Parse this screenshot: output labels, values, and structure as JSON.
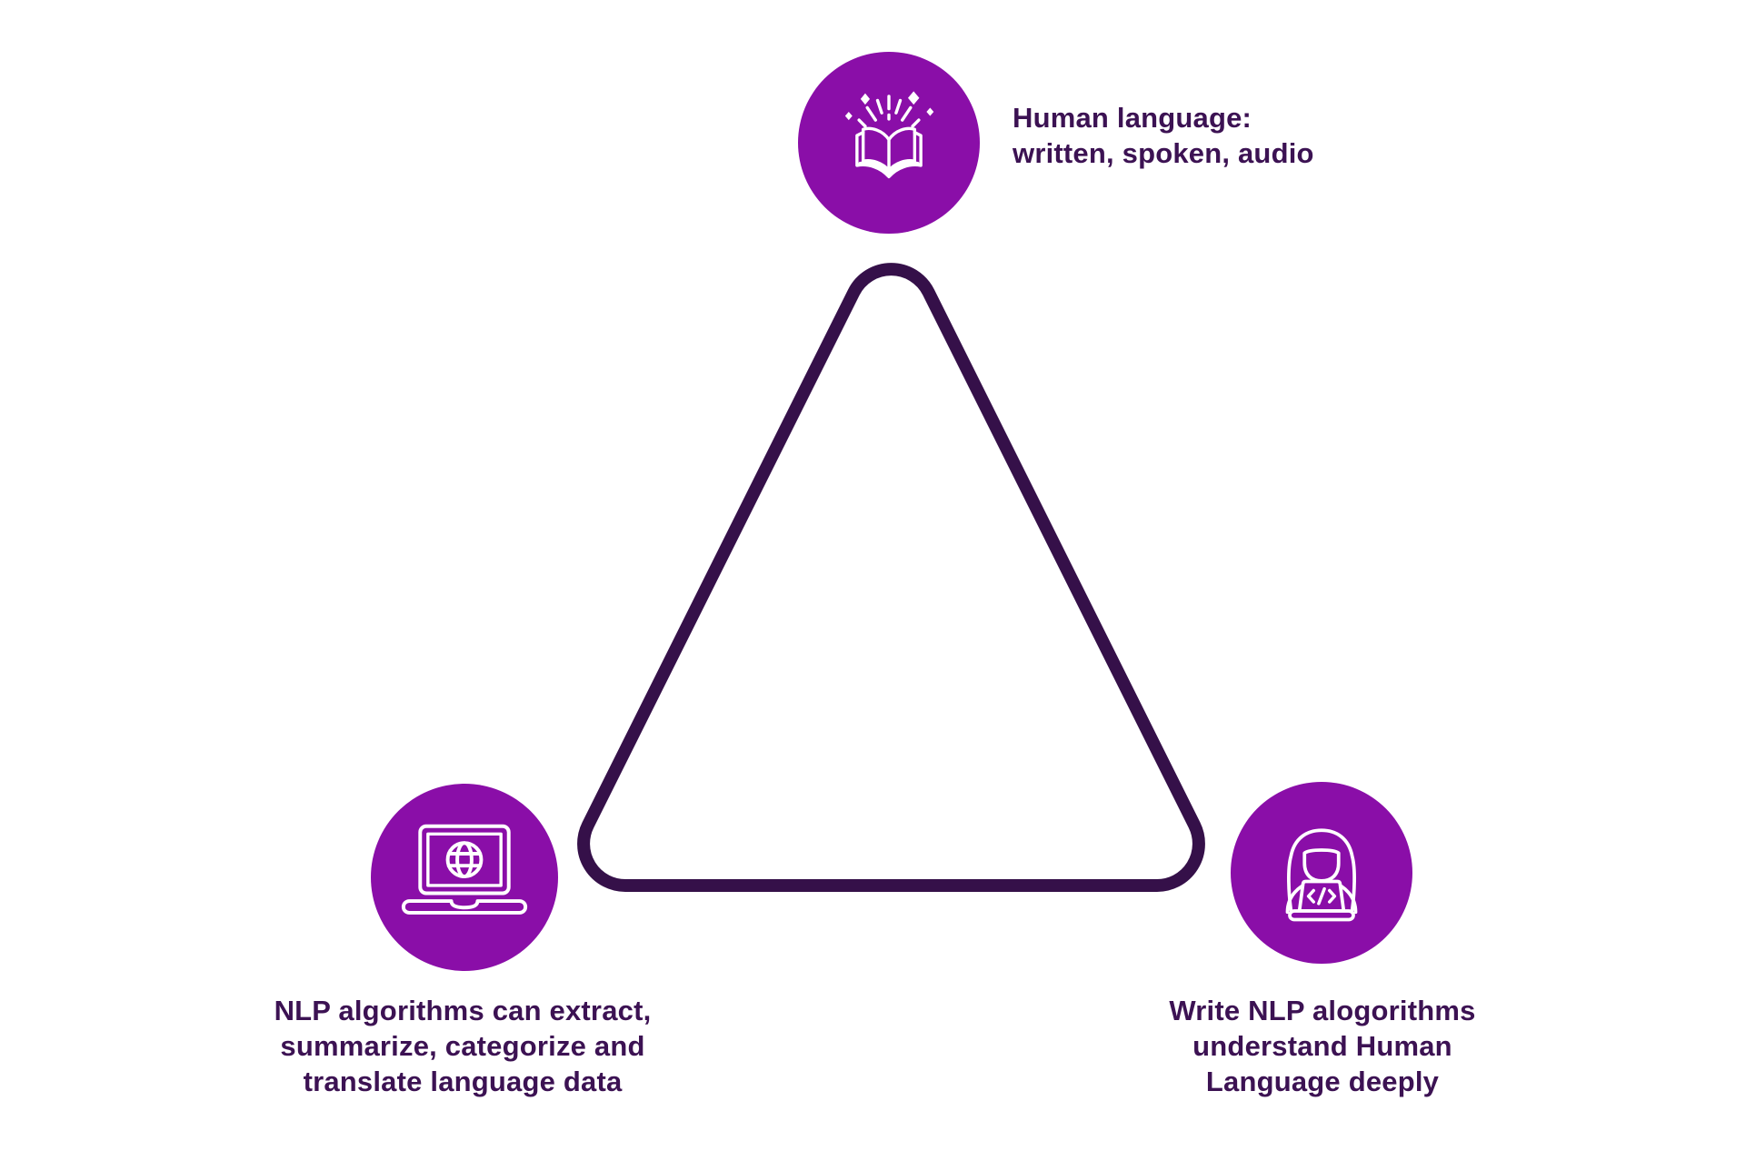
{
  "theme": {
    "background_color": "#ffffff",
    "node_fill": "#8A0EA8",
    "triangle_stroke": "#351049",
    "text_color": "#3C1253",
    "icon_stroke": "#ffffff"
  },
  "diagram": {
    "type": "triangle-cycle",
    "nodes": {
      "top": {
        "icon": "magic-book-icon",
        "lines": [
          "Human language:",
          "written, spoken, audio"
        ]
      },
      "bottom_left": {
        "icon": "laptop-globe-icon",
        "lines": [
          "NLP algorithms can extract,",
          "summarize, categorize and",
          "translate language data"
        ]
      },
      "bottom_right": {
        "icon": "coder-person-icon",
        "lines": [
          "Write NLP alogorithms",
          "understand Human",
          "Language deeply"
        ]
      }
    }
  }
}
